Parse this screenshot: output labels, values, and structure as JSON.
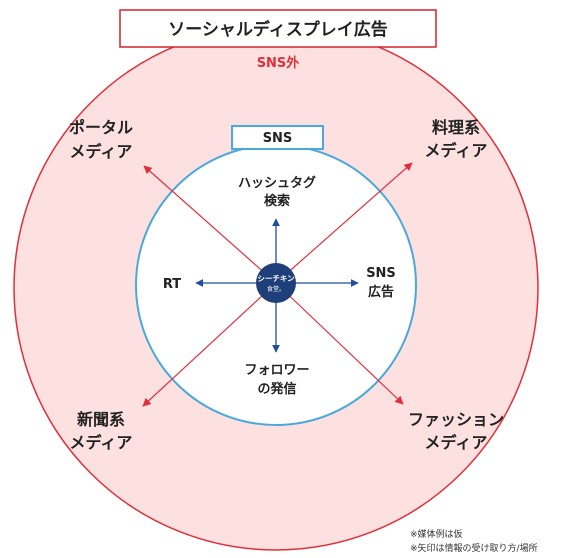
{
  "title": "ソーシャルディスプレイ広告",
  "outer_label": "SNS外",
  "inner_label": "SNS",
  "center_logo": {
    "line1": "シーチキン",
    "line2": "食堂。"
  },
  "outer_media": {
    "top_left": [
      "ポータル",
      "メディア"
    ],
    "top_right": [
      "料理系",
      "メディア"
    ],
    "bottom_left": [
      "新聞系",
      "メディア"
    ],
    "bottom_right": [
      "ファッション",
      "メディア"
    ]
  },
  "inner_items": {
    "top": [
      "ハッシュタグ",
      "検索"
    ],
    "left": [
      "RT"
    ],
    "right": [
      "SNS",
      "広告"
    ],
    "bottom": [
      "フォロワー",
      "の発信"
    ]
  },
  "notes": [
    "※媒体例は仮",
    "※矢印は情報の受け取り方/場所"
  ],
  "colors": {
    "outer_fill": "#fde0e0",
    "outer_stroke": "#e0303a",
    "inner_stroke": "#4aa8dc",
    "arrow_red": "#e03040",
    "arrow_blue": "#1f4f9a",
    "logo_fill": "#1f3f7a"
  }
}
